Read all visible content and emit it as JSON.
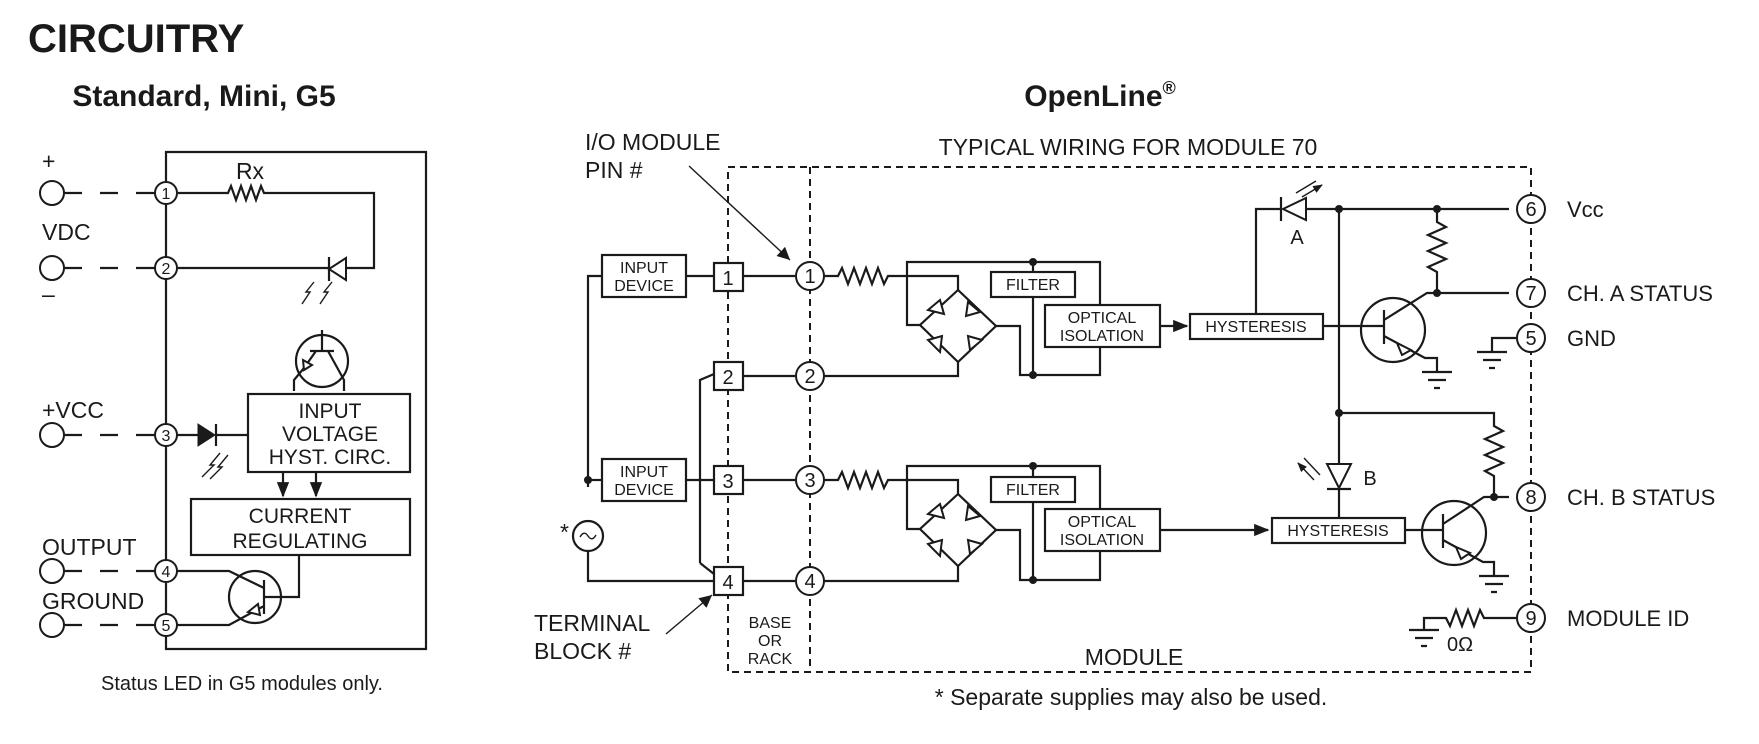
{
  "page": {
    "title": "CIRCUITRY"
  },
  "left_diagram": {
    "heading": "Standard, Mini, G5",
    "terminals": [
      {
        "pin": "1",
        "label_above": "+",
        "label_between": "VDC"
      },
      {
        "pin": "2",
        "label_below": "–"
      },
      {
        "pin": "3",
        "label": "+VCC"
      },
      {
        "pin": "4",
        "label": "OUTPUT"
      },
      {
        "pin": "5",
        "label": "GROUND"
      }
    ],
    "resistor_label": "Rx",
    "block_hysteresis": [
      "INPUT",
      "VOLTAGE",
      "HYST. CIRC."
    ],
    "block_current": [
      "CURRENT",
      "REGULATING"
    ],
    "footnote": "Status LED in G5 modules only."
  },
  "right_diagram": {
    "heading": "OpenLine",
    "heading_mark": "®",
    "typical_wiring_label": "TYPICAL WIRING FOR MODULE 70",
    "io_module_pin_label": [
      "I/O MODULE",
      "PIN #"
    ],
    "terminal_block_label": [
      "TERMINAL",
      "BLOCK #"
    ],
    "base_rack_label": [
      "BASE",
      "OR",
      "RACK"
    ],
    "module_label": "MODULE",
    "input_device_label": [
      "INPUT",
      "DEVICE"
    ],
    "supply_marker": "*",
    "filter_label": "FILTER",
    "optical_isolation_label": [
      "OPTICAL",
      "ISOLATION"
    ],
    "hysteresis_label": "HYSTERESIS",
    "led_a_label": "A",
    "led_b_label": "B",
    "resistor_id_label": "0Ω",
    "terminal_block_pins": [
      "1",
      "2",
      "3",
      "4"
    ],
    "module_pins_left": [
      "1",
      "2",
      "3",
      "4"
    ],
    "output_pins": [
      {
        "pin": "6",
        "label": "Vcc"
      },
      {
        "pin": "7",
        "label": "CH. A STATUS"
      },
      {
        "pin": "5",
        "label": "GND"
      },
      {
        "pin": "8",
        "label": "CH. B STATUS"
      },
      {
        "pin": "9",
        "label": "MODULE ID"
      }
    ],
    "footnote": "* Separate supplies may also be used."
  }
}
